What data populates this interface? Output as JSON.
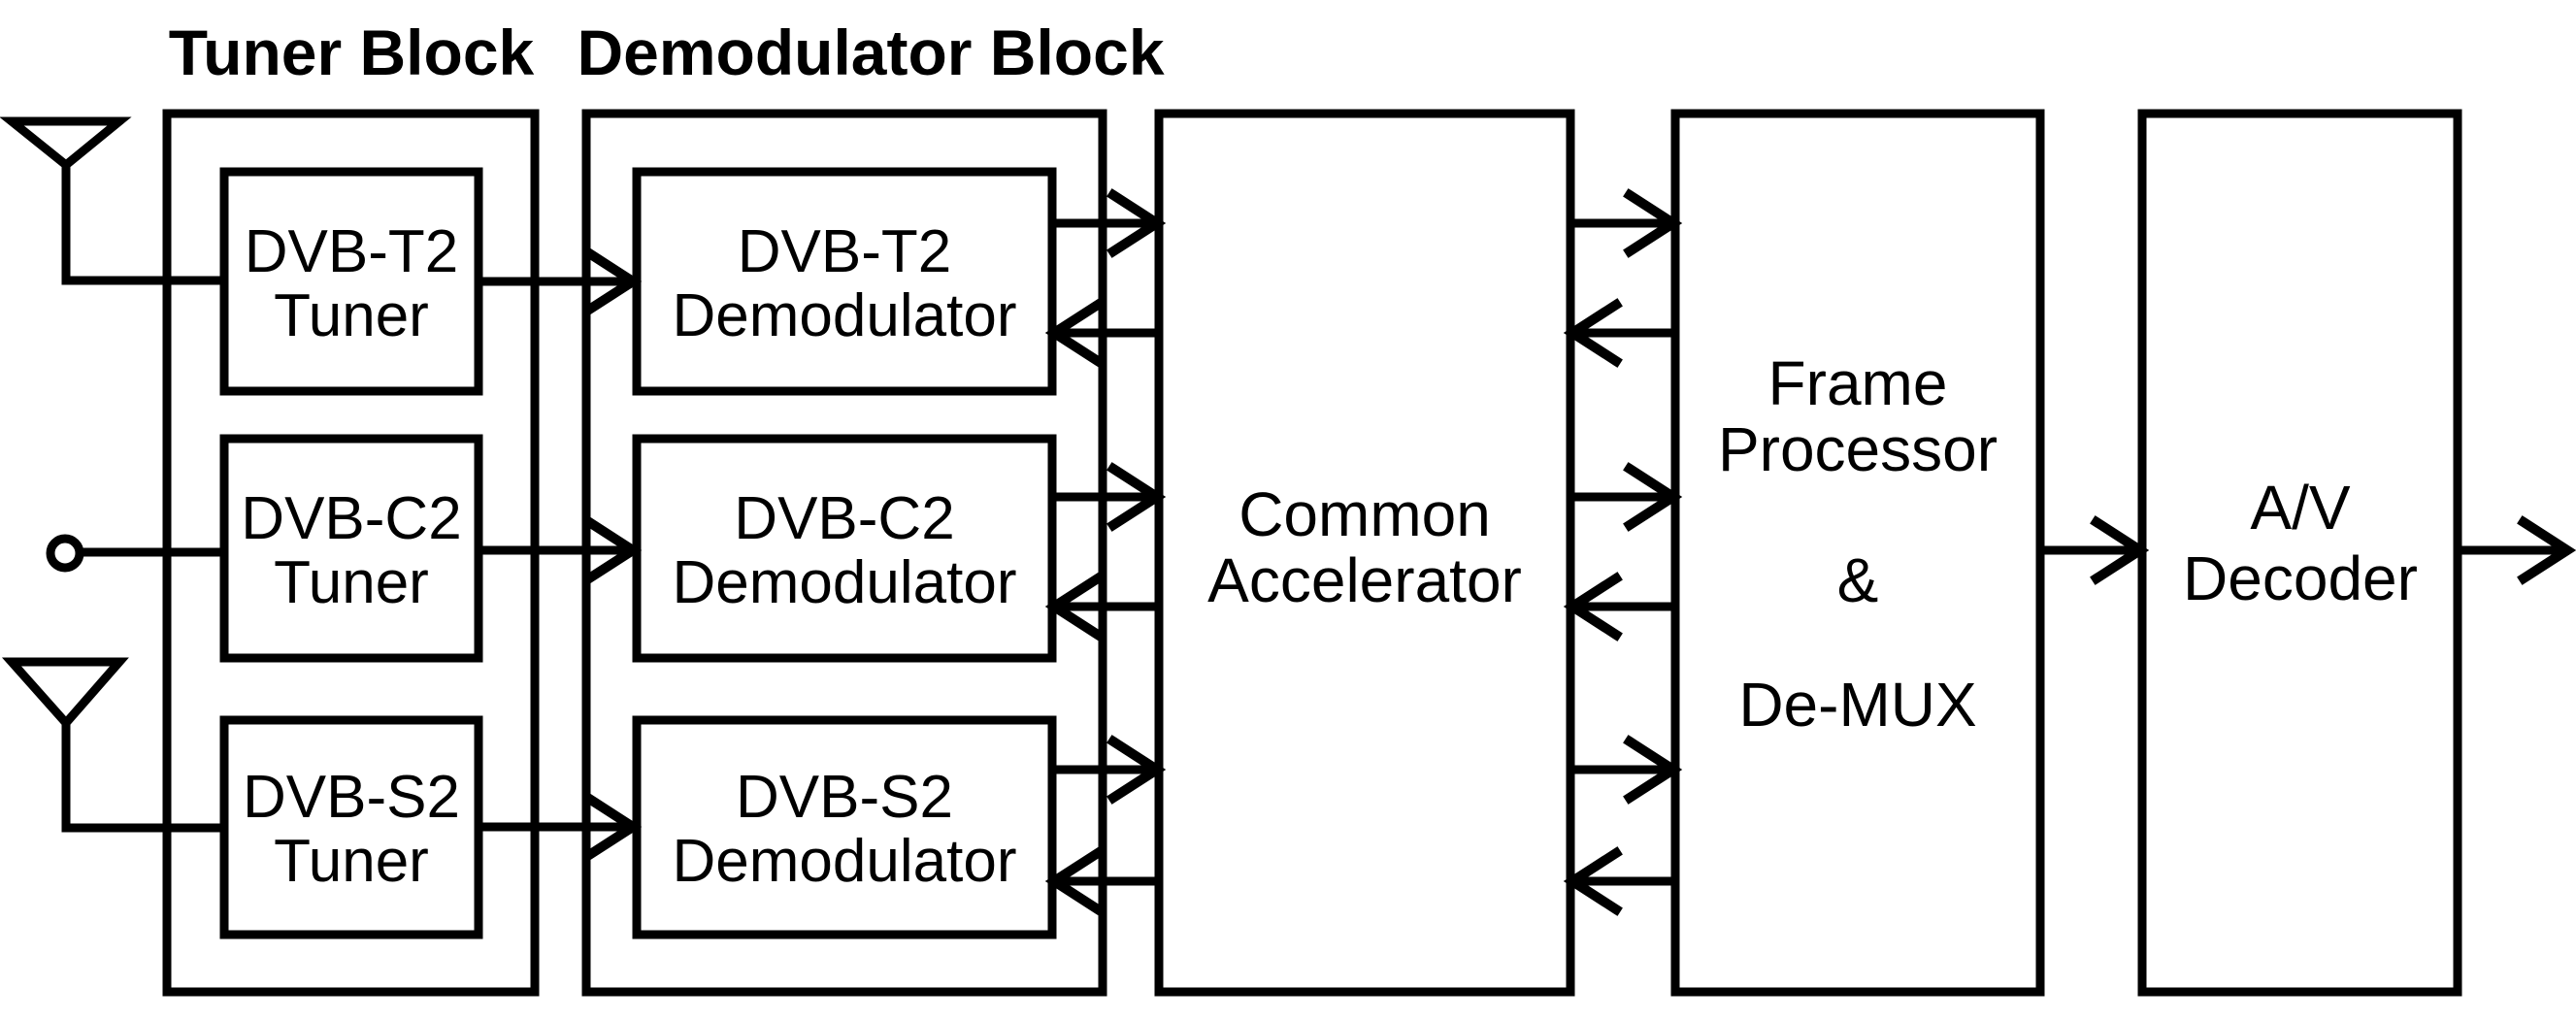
{
  "colors": {
    "background": "#ffffff",
    "line": "#000000"
  },
  "section_labels": {
    "tuner_block": "Tuner Block",
    "demodulator_block": "Demodulator Block"
  },
  "tuner_block": {
    "items": [
      {
        "line1": "DVB-T2",
        "line2": "Tuner"
      },
      {
        "line1": "DVB-C2",
        "line2": "Tuner"
      },
      {
        "line1": "DVB-S2",
        "line2": "Tuner"
      }
    ]
  },
  "demodulator_block": {
    "items": [
      {
        "line1": "DVB-T2",
        "line2": "Demodulator"
      },
      {
        "line1": "DVB-C2",
        "line2": "Demodulator"
      },
      {
        "line1": "DVB-S2",
        "line2": "Demodulator"
      }
    ]
  },
  "common_accelerator": {
    "line1": "Common",
    "line2": "Accelerator"
  },
  "frame_processor": {
    "line1": "Frame",
    "line2": "Processor",
    "line3": "&",
    "line4": "De-MUX"
  },
  "av_decoder": {
    "line1": "A/V",
    "line2": "Decoder"
  },
  "icons": {
    "antenna_top": "antenna-icon",
    "antenna_bottom": "antenna-icon",
    "cable_input": "coax-input-icon"
  }
}
